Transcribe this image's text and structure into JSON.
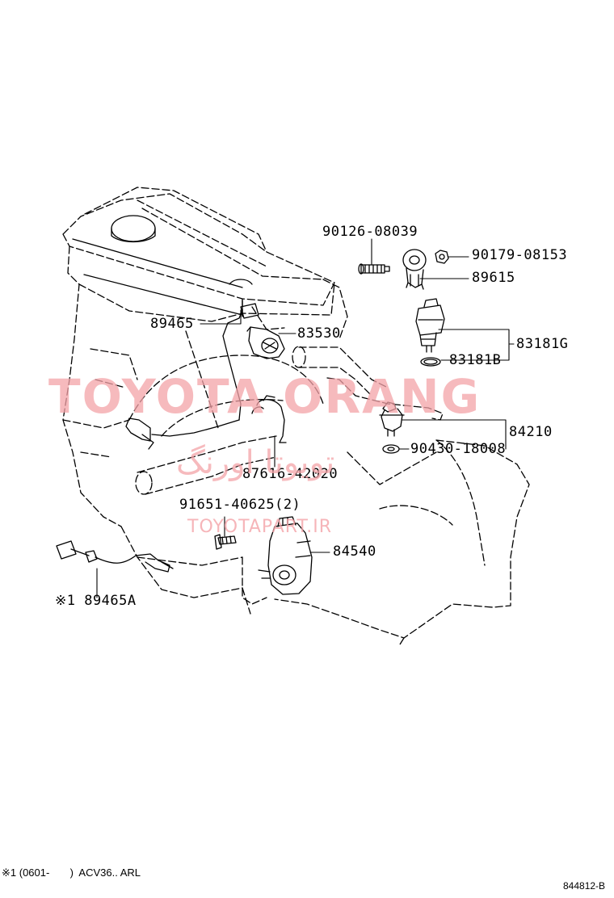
{
  "parts": [
    {
      "id": "p1",
      "number": "90126-08039"
    },
    {
      "id": "p2",
      "number": "90179-08153"
    },
    {
      "id": "p3",
      "number": "89615"
    },
    {
      "id": "p4",
      "number": "89465"
    },
    {
      "id": "p5",
      "number": "83530"
    },
    {
      "id": "p6",
      "number": "83181G"
    },
    {
      "id": "p7",
      "number": "83181B"
    },
    {
      "id": "p8",
      "number": "84210"
    },
    {
      "id": "p9",
      "number": "90430-18008"
    },
    {
      "id": "p10",
      "number": "87616-42020"
    },
    {
      "id": "p11",
      "number": "91651-40625(2)"
    },
    {
      "id": "p12",
      "number": "84540"
    },
    {
      "id": "p13",
      "number": "※1 89465A"
    }
  ],
  "watermark": {
    "english": "TOYOTA ORANG",
    "persian": "تویوتا اورنگ",
    "url": "TOYOTAPART.IR"
  },
  "footnote": "※1 (0601-       )  ACV36.. ARL",
  "diagram_code": "844812-B",
  "colors": {
    "line": "#000000",
    "watermark": "#f4a3a8"
  }
}
